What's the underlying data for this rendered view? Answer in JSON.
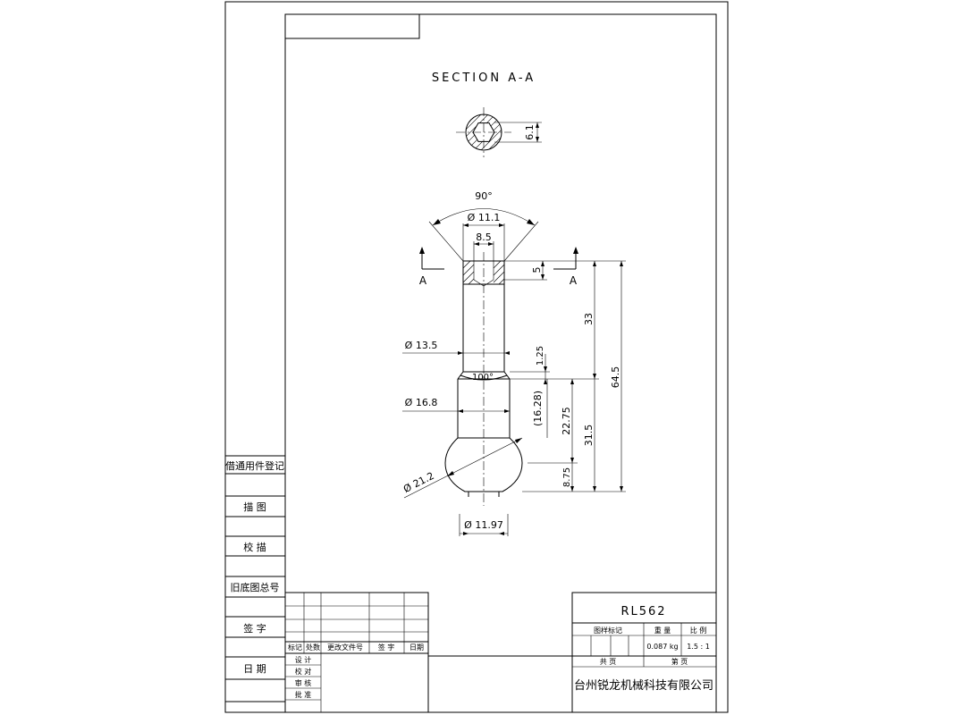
{
  "section_title": "SECTION A-A",
  "section_markers": [
    "A",
    "A"
  ],
  "dimensions": {
    "flat": "6.1",
    "angle_top": "90°",
    "dia_top": "Ø 11.1",
    "hex": "8.5",
    "depth": "5",
    "len_33": "33",
    "len_64_5": "64.5",
    "dia_13_5": "Ø 13.5",
    "chamfer": "1.25",
    "angle_100": "100°",
    "dia_16_8": "Ø 16.8",
    "ref_16_28": "(16.28)",
    "len_22_75": "22.75",
    "len_31_5": "31.5",
    "dia_21_2": "Ø 21.2",
    "len_8_75": "8.75",
    "dia_11_97": "Ø 11.97"
  },
  "left_strip": {
    "labels": [
      "借通用件登记",
      "描  图",
      "校  描",
      "旧底图总号",
      "签  字",
      "日  期"
    ]
  },
  "revision_block": {
    "headers": [
      "标记",
      "处数",
      "更改文件号",
      "签  字",
      "日期"
    ],
    "roles": [
      "设  计",
      "校  对",
      "审  核",
      "批  准"
    ]
  },
  "title_block": {
    "part_number": "RL562",
    "mark_label": "图样标记",
    "weight_label": "重  量",
    "scale_label": "比  例",
    "weight_value": "0.087 kg",
    "scale_value": "1.5 : 1",
    "total_label": "共   页",
    "sheet_label": "第   页",
    "company": "台州锐龙机械科技有限公司"
  }
}
